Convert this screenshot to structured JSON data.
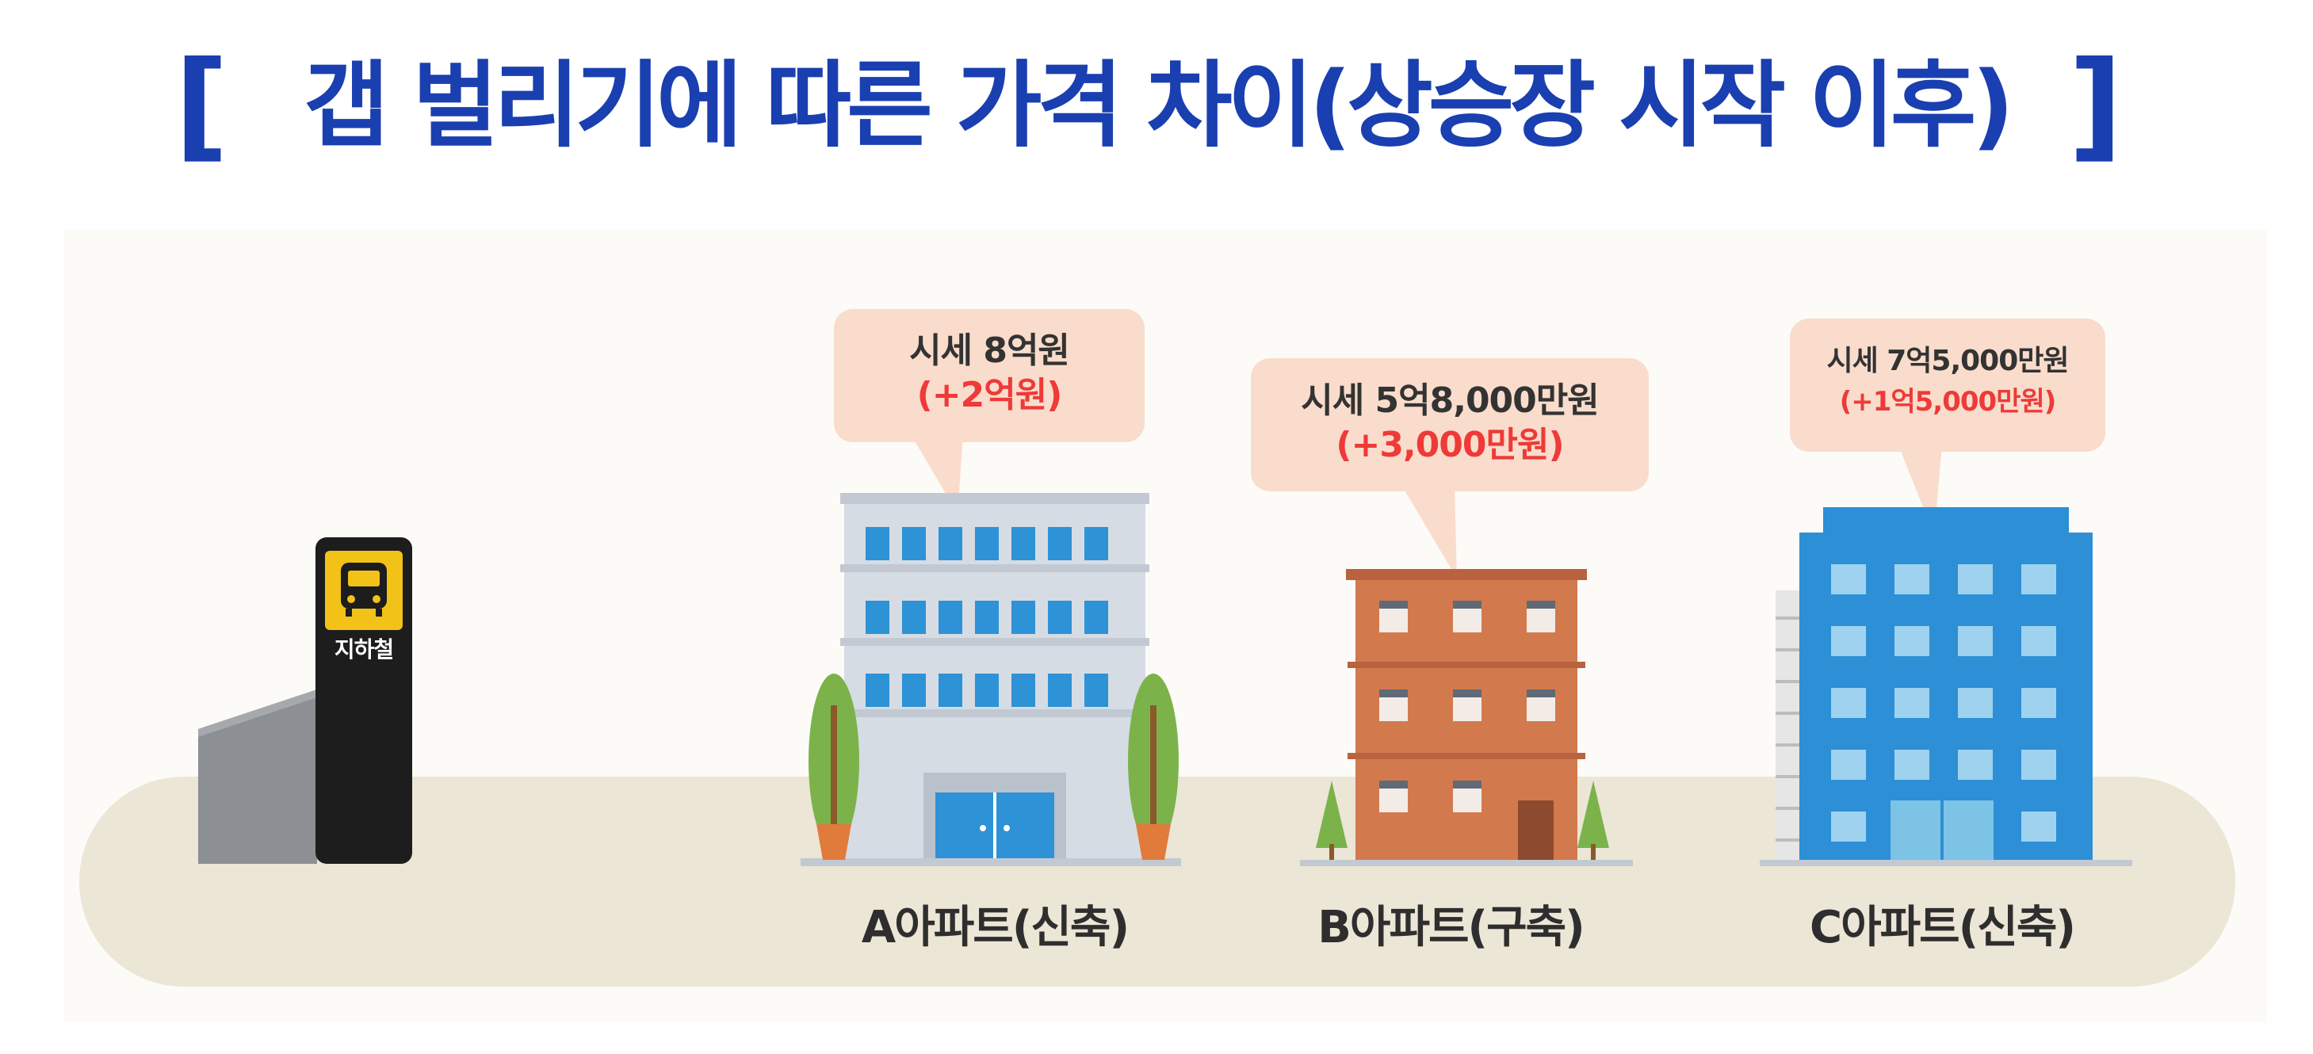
{
  "title": {
    "bracket_left": "[",
    "text": "갭 벌리기에 따른 가격 차이(상승장 시작 이후)",
    "bracket_right": "]"
  },
  "subway": {
    "sign_label": "지하철",
    "icon": "bus-icon"
  },
  "apartments": [
    {
      "label": "A아파트(신축)",
      "price": "시세 8억원",
      "change": "(+2억원)"
    },
    {
      "label": "B아파트(구축)",
      "price": "시세 5억8,000만원",
      "change": "(+3,000만원)"
    },
    {
      "label": "C아파트(신축)",
      "price": "시세 7억5,000만원",
      "change": "(+1억5,000만원)"
    }
  ],
  "colors": {
    "title": "#1a3fb0",
    "price_change": "#ee3a38",
    "bubble": "#f9dccb",
    "ground": "#ece6d6"
  }
}
